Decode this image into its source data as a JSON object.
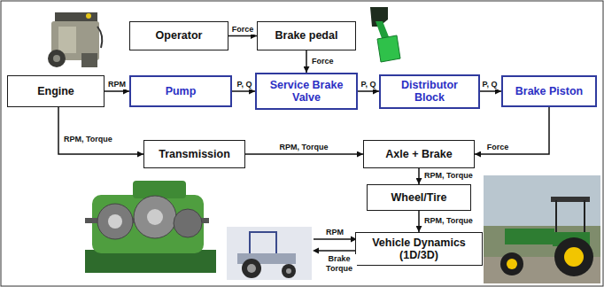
{
  "diagram": {
    "nodes": [
      {
        "text": [
          "Operator"
        ]
      },
      {
        "text": [
          "Brake pedal"
        ]
      },
      {
        "text": [
          "Engine"
        ]
      },
      {
        "text": [
          "Pump"
        ]
      },
      {
        "text": [
          "Service Brake Valve"
        ]
      },
      {
        "text": [
          "Distributor Block"
        ]
      },
      {
        "text": [
          "Brake Piston"
        ]
      },
      {
        "text": [
          "Transmission"
        ]
      },
      {
        "text": [
          "Axle + Brake"
        ]
      },
      {
        "text": [
          "Wheel/Tire"
        ]
      },
      {
        "text": [
          "Vehicle Dynamics (1D/3D)"
        ]
      }
    ],
    "edges": [
      {
        "from": 0,
        "to": 1,
        "label": "Force",
        "arrow": "to"
      },
      {
        "from": 1,
        "to": 4,
        "label": "Force",
        "arrow": "to"
      },
      {
        "from": 2,
        "to": 3,
        "label": "RPM",
        "arrow": "to"
      },
      {
        "from": 3,
        "to": 4,
        "label": "P, Q",
        "arrow": "to"
      },
      {
        "from": 4,
        "to": 5,
        "label": "P, Q",
        "arrow": "to"
      },
      {
        "from": 5,
        "to": 6,
        "label": "P, Q",
        "arrow": "to"
      },
      {
        "from": 2,
        "to": 7,
        "label": "RPM, Torque",
        "arrow": "to"
      },
      {
        "from": 7,
        "to": 8,
        "label": "RPM, Torque",
        "arrow": "to"
      },
      {
        "from": 6,
        "to": 8,
        "label": "Force",
        "arrow": "to"
      },
      {
        "from": 8,
        "to": 9,
        "label": "RPM, Torque",
        "arrow": "to"
      },
      {
        "from": 9,
        "to": 10,
        "label": "RPM, Torque",
        "arrow": "to"
      }
    ],
    "labels": [
      "RPM",
      "Brake Torque"
    ]
  }
}
